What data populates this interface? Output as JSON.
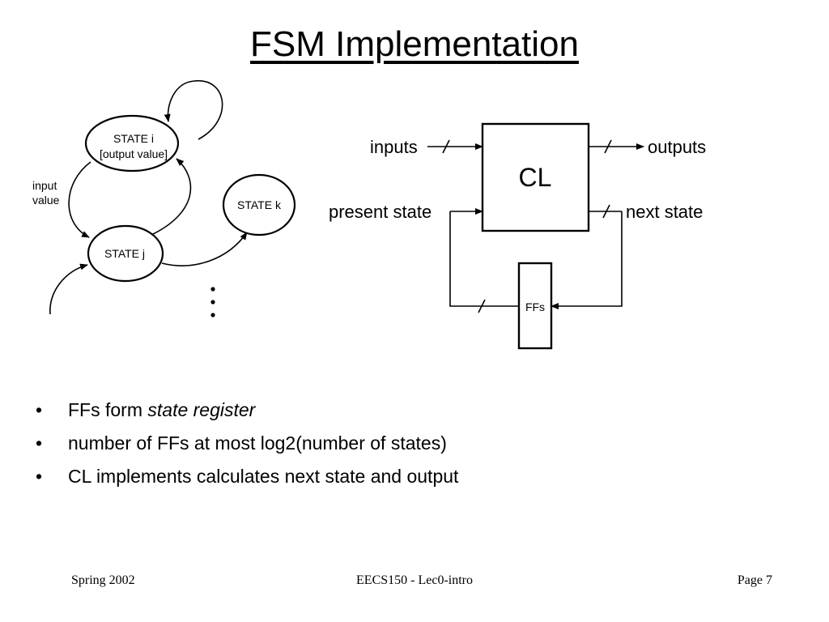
{
  "slide": {
    "title": "FSM Implementation"
  },
  "state_diagram": {
    "state_i": {
      "name": "STATE i",
      "sub": "[output value]"
    },
    "state_j": {
      "name": "STATE j"
    },
    "state_k": {
      "name": "STATE k"
    },
    "transition_label_line1": "input",
    "transition_label_line2": "value"
  },
  "block_diagram": {
    "cl_label": "CL",
    "ffs_label": "FFs",
    "inputs_label": "inputs",
    "outputs_label": "outputs",
    "present_state_label": "present state",
    "next_state_label": "next state"
  },
  "bullets": {
    "b1_prefix": "FFs form ",
    "b1_emphasis": "state register",
    "b2": "number of FFs at most log2(number of states)",
    "b3": "CL implements calculates next state and output",
    "marker": "•"
  },
  "footer": {
    "left": "Spring 2002",
    "center": "EECS150 - Lec0-intro",
    "right": "Page 7"
  }
}
